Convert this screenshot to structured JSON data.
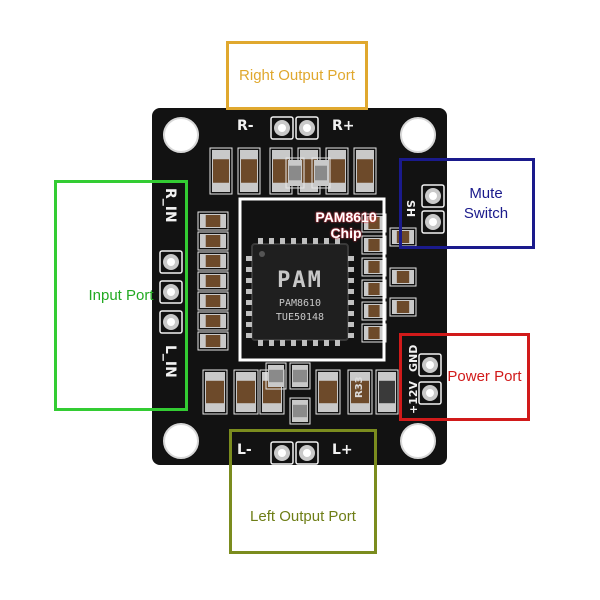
{
  "colors": {
    "board": "#121212",
    "silkscreen": "#f2f2f2",
    "pad": "#c9c9c9",
    "resistor_body": "#6d4a2a",
    "right_output": "#e0a82e",
    "input": "#33cc33",
    "mute": "#1a1a8c",
    "power": "#d11a1a",
    "left_output": "#7b8c1e",
    "chip_box": "#ffffff",
    "chip_text_glow": "#e83a4a"
  },
  "labels": {
    "right_output": "Right Output Port",
    "input": "Input Port",
    "mute": "Mute\nSwitch",
    "power": "Power Port",
    "left_output": "Left Output Port",
    "chip": "PAM8610\nChip"
  },
  "silkscreen": {
    "r_minus": "R-",
    "r_plus": "R+",
    "l_minus": "L-",
    "l_plus": "L+",
    "r_in": "R_IN",
    "l_in": "L_IN",
    "sh": "SH",
    "gnd": "GND",
    "v12": "+12V",
    "r33": "R33"
  },
  "ic": {
    "logo": "PAM",
    "part": "PAM8610",
    "code": "TUE50148"
  },
  "icons": [
    "mounting-hole-icon",
    "pin-header-icon",
    "smd-resistor-icon",
    "ic-chip-icon"
  ]
}
